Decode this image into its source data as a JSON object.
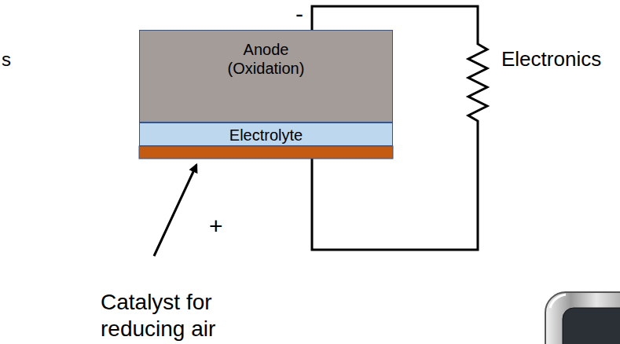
{
  "diagram": {
    "nodes": [
      {
        "text": [
          "Anode",
          "(Oxidation)"
        ]
      },
      {
        "text": [
          "Electrolyte"
        ]
      }
    ],
    "labels": [
      "s",
      "-",
      "Electronics",
      "+",
      "Catalyst for reducing air"
    ]
  }
}
